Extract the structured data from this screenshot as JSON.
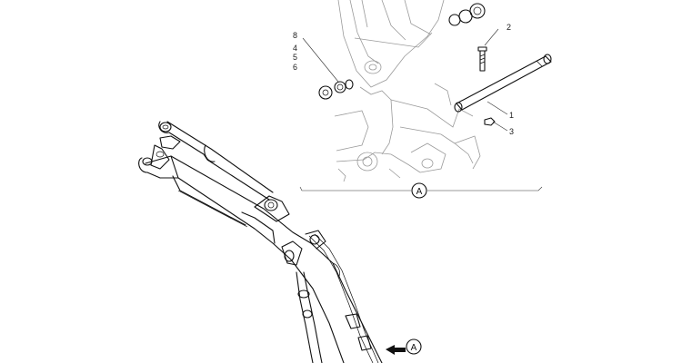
{
  "callouts": {
    "c1": "1",
    "c2": "2",
    "c3": "3",
    "c4": "4",
    "c5": "5",
    "c6": "6",
    "c8": "8"
  },
  "detail_marker": "A",
  "view_marker": "A",
  "colors": {
    "ink": "#111111",
    "ghost": "#9a9a9a",
    "background": "#ffffff"
  }
}
